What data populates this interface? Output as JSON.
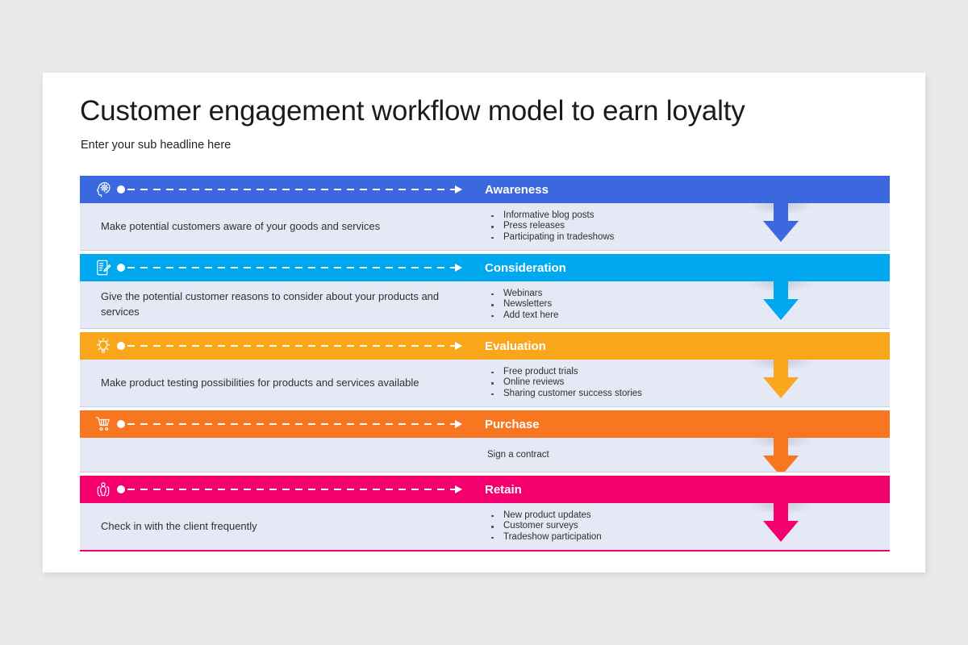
{
  "slide": {
    "title": "Customer engagement workflow model to earn loyalty",
    "subtitle": "Enter your sub headline here",
    "background_color": "#eaeaea",
    "surface_color": "#ffffff",
    "panel_color": "#e5e9f5"
  },
  "stages": [
    {
      "id": "awareness",
      "label": "Awareness",
      "color": "#3b68de",
      "icon": "head-gear-icon",
      "description": "Make potential customers aware of your goods and services",
      "bullets": [
        "Informative blog posts",
        "Press releases",
        "Participating in tradeshows"
      ]
    },
    {
      "id": "consideration",
      "label": "Consideration",
      "color": "#00a8f0",
      "icon": "clipboard-pencil-icon",
      "description": "Give the potential customer reasons to consider about your products and services",
      "bullets": [
        "Webinars",
        "Newsletters",
        "Add text here"
      ]
    },
    {
      "id": "evaluation",
      "label": "Evaluation",
      "color": "#faa61a",
      "icon": "lightbulb-icon",
      "description": "Make product testing possibilities for products and services available",
      "bullets": [
        "Free product trials",
        "Online reviews",
        "Sharing customer success stories"
      ]
    },
    {
      "id": "purchase",
      "label": "Purchase",
      "color": "#f7761f",
      "icon": "shopping-cart-icon",
      "description": "",
      "single_text": "Sign a contract",
      "bullets": []
    },
    {
      "id": "retain",
      "label": "Retain",
      "color": "#f4006e",
      "icon": "hands-customer-care-icon",
      "description": "Check in with the client frequently",
      "bullets": [
        "New product updates",
        "Customer surveys",
        "Tradeshow participation"
      ]
    }
  ]
}
